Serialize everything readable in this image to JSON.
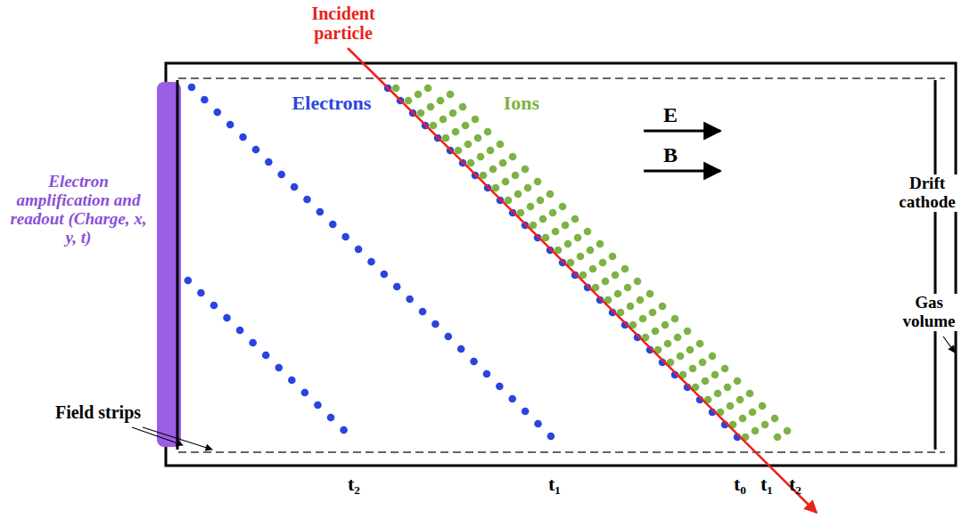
{
  "diagram": {
    "labels": [
      "Incident particle",
      "Electrons",
      "Ions",
      "E",
      "B",
      "Electron amplification and readout (Charge, x, y, t)",
      "Drift cathode",
      "Gas volume",
      "Field strips",
      "t₂",
      "t₁",
      "t₀",
      "t₁",
      "t₂"
    ]
  }
}
